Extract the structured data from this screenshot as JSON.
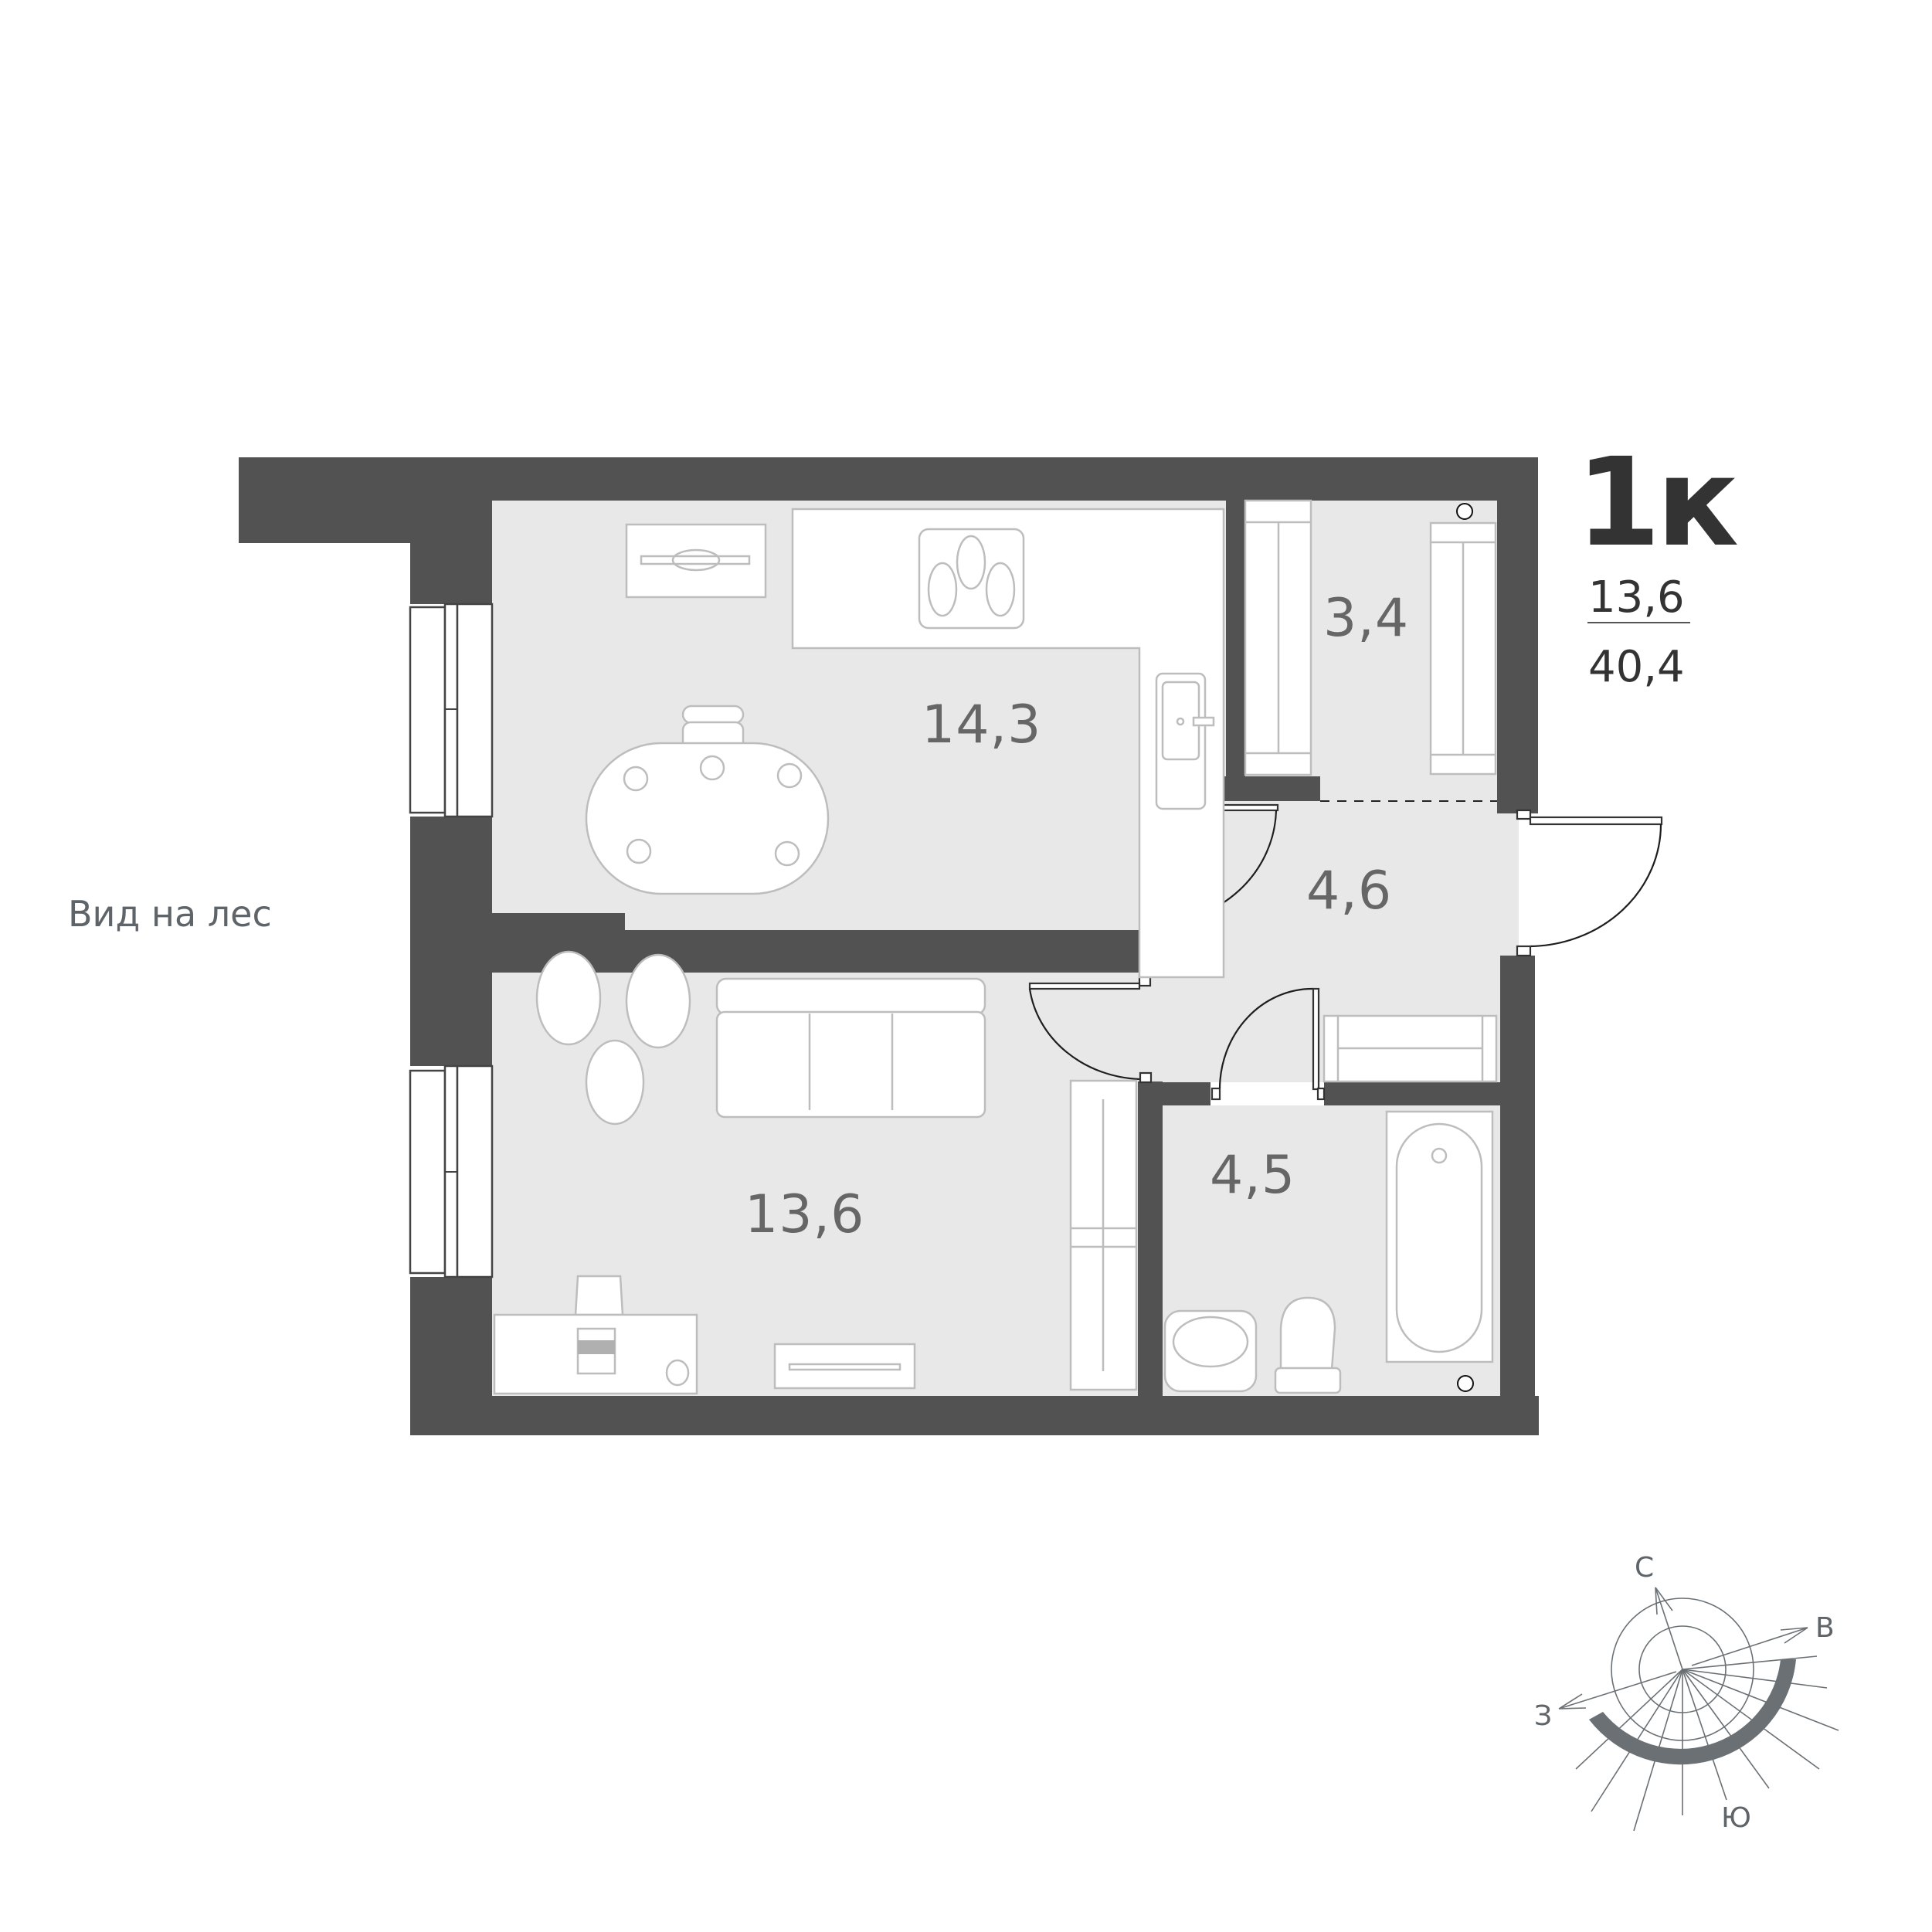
{
  "apartment": {
    "type_label": "1к",
    "living_area": "13,6",
    "total_area": "40,4",
    "view_note": "Вид на лес"
  },
  "rooms": [
    {
      "name": "kitchen-living",
      "area": "14,3"
    },
    {
      "name": "wardrobe",
      "area": "3,4"
    },
    {
      "name": "hallway",
      "area": "4,6"
    },
    {
      "name": "bedroom",
      "area": "13,6"
    },
    {
      "name": "bathroom",
      "area": "4,5"
    }
  ],
  "compass": {
    "north": "С",
    "east": "В",
    "west": "З",
    "south": "Ю"
  },
  "colors": {
    "wall": "#525252",
    "floor": "#e8e8e8",
    "furniture_stroke": "#bdbdbd",
    "area_text": "#666666",
    "heading_text": "#333333",
    "note_text": "#5f6468"
  }
}
